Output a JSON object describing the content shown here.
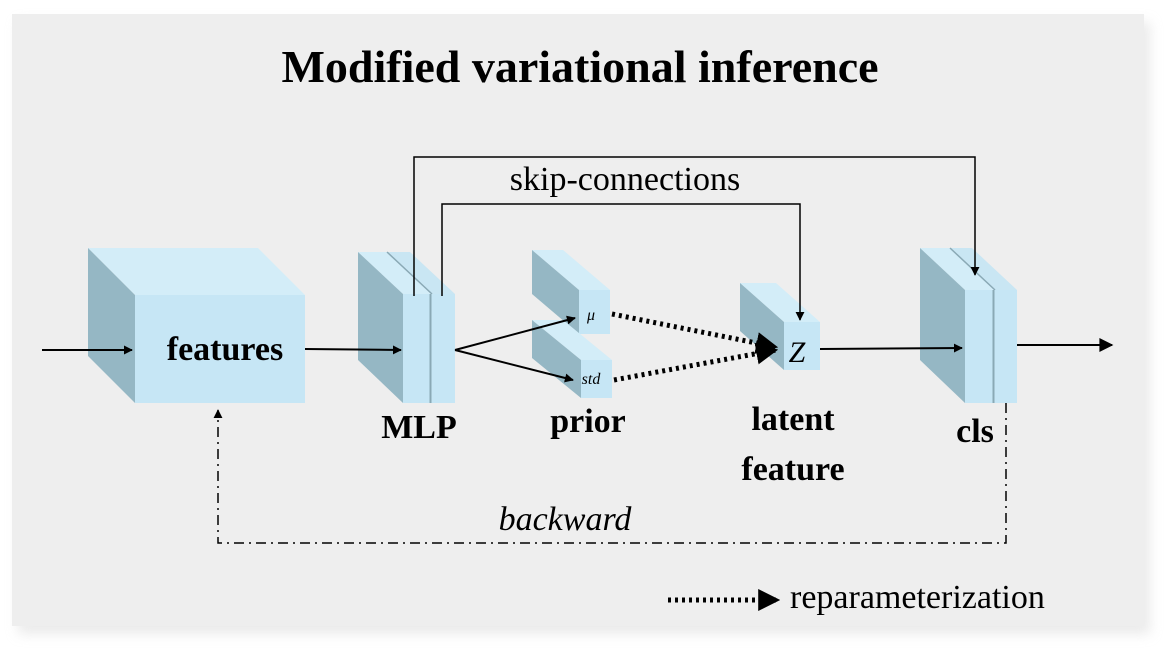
{
  "title": "Modified variational inference",
  "labels": {
    "features": "features",
    "mlp": "MLP",
    "prior": "prior",
    "mu": "μ",
    "std": "std",
    "z": "Z",
    "latent_line1": "latent",
    "latent_line2": "feature",
    "cls": "cls",
    "skip": "skip-connections",
    "backward": "backward",
    "legend": "reparameterization"
  },
  "colors": {
    "background": "#eeeeee",
    "box_front": "#c6e6f5",
    "box_top": "#d3edf8",
    "box_side": "#95b7c4",
    "line": "#000000"
  }
}
